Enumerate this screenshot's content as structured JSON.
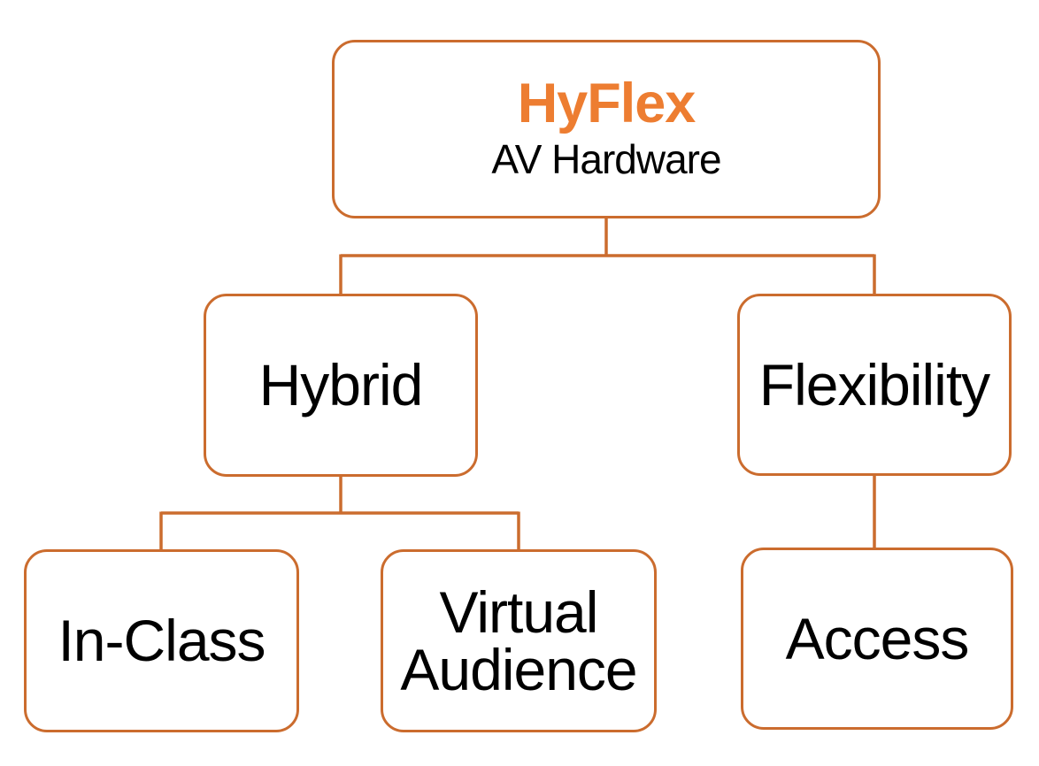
{
  "colors": {
    "accent": "#ED7D31",
    "line": "#CB6C2E",
    "text": "#000000",
    "background": "#FFFFFF"
  },
  "diagram": {
    "type": "hierarchy",
    "root": {
      "title": "HyFlex",
      "subtitle": "AV Hardware",
      "children": [
        {
          "id": "hybrid",
          "label": "Hybrid",
          "children": [
            {
              "id": "in_class",
              "label": "In-Class"
            },
            {
              "id": "virtual_audience",
              "label": "Virtual Audience"
            }
          ]
        },
        {
          "id": "flexibility",
          "label": "Flexibility",
          "children": [
            {
              "id": "access",
              "label": "Access"
            }
          ]
        }
      ]
    }
  }
}
